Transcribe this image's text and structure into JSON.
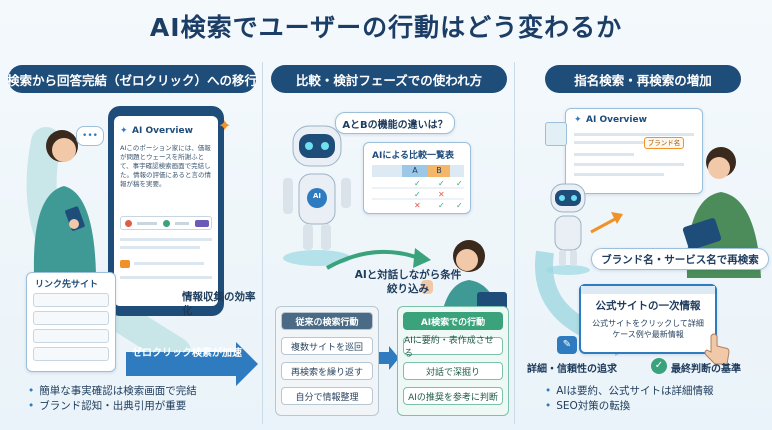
{
  "title": "AI検索でユーザーの行動はどう変わるか",
  "panel1": {
    "header": "検索から回答完結（ゼロクリック）への移行",
    "ai_overview_label": "AI Overview",
    "overview_text": "AIこのポーション家には、価報が問題とウェースを所謝ふとて、事宇確認検索画面で完結した。情報の評価にあると言の情報が稿を実要。",
    "link_sites_label": "リンク先サイト",
    "efficiency_label": "情報収集の効率化",
    "zero_click_label": "ゼロクリック検索が加速",
    "bullets": [
      "簡単な事実確認は検索画面で完結",
      "ブランド認知・出典引用が重要"
    ]
  },
  "panel2": {
    "header": "比較・検討フェーズでの使われ方",
    "question": "AとBの機能の違いは？",
    "table_title": "AIによる比較一覧表",
    "table_cols": [
      "A",
      "B"
    ],
    "robot_badge": "AI",
    "dialog_caption": "AIと対話しながら条件絞り込み",
    "old_header": "従来の検索行動",
    "old_items": [
      "複数サイトを巡回",
      "再検索を繰り返す",
      "自分で情報整理"
    ],
    "new_header": "AI検索での行動",
    "new_items": [
      "AIに要約・表作成させる",
      "対話で深掘り",
      "AIの推奨を参考に判断"
    ]
  },
  "panel3": {
    "header": "指名検索・再検索の増加",
    "ai_overview_label": "AI Overview",
    "brand_tag": "ブランド名",
    "research_label": "ブランド名・サービス名で再検索",
    "official_title": "公式サイトの一次情報",
    "official_text": "公式サイトをクリックして詳細ケース例や最新情報",
    "trust_label": "詳細・信頼性の追求",
    "final_label": "最終判断の基準",
    "bullets": [
      "AIは要約、公式サイトは詳細情報",
      "SEO対策の転換"
    ]
  },
  "colors": {
    "navy": "#1f4d7a",
    "accent_blue": "#2e7bbf",
    "teal": "#3aa37c",
    "orange": "#f0912a"
  }
}
